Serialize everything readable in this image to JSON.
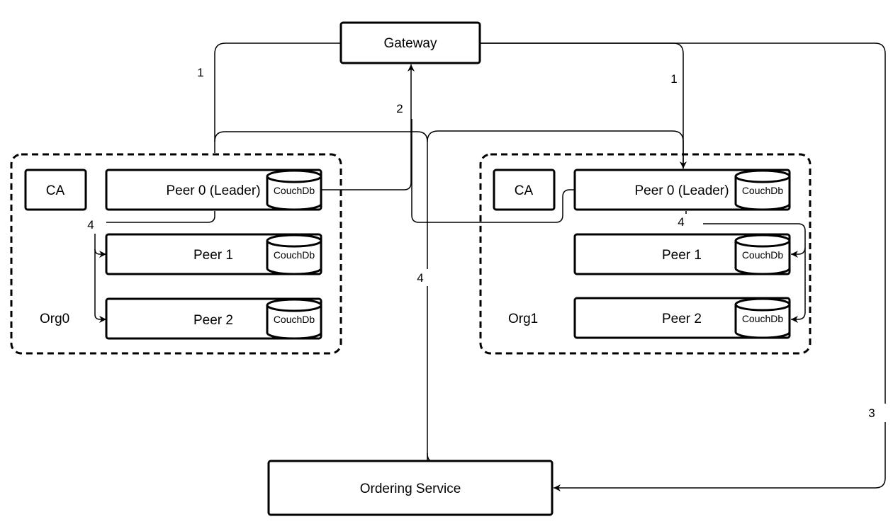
{
  "nodes": {
    "gateway": "Gateway",
    "ordering_service": "Ordering Service",
    "org0": {
      "label": "Org0",
      "ca": "CA",
      "peer0": "Peer 0 (Leader)",
      "peer1": "Peer 1",
      "peer2": "Peer 2"
    },
    "org1": {
      "label": "Org1",
      "ca": "CA",
      "peer0": "Peer 0 (Leader)",
      "peer1": "Peer 1",
      "peer2": "Peer 2"
    },
    "couchdb": "CouchDb"
  },
  "edge_labels": {
    "gw_org0": "1",
    "gw_org1": "1",
    "peer_to_gw": "2",
    "gw_to_orderer": "3",
    "org0_gossip": "4",
    "org1_gossip": "4",
    "orderer_delivery": "4"
  }
}
